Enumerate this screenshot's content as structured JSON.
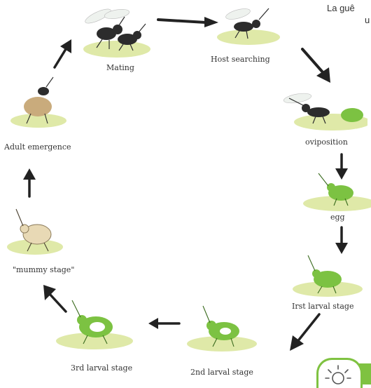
{
  "corner_text": {
    "line1": "La guê",
    "line2": "u"
  },
  "stages": {
    "mating": "Mating",
    "host_searching": "Host searching",
    "oviposition": "oviposition",
    "egg": "egg",
    "first_larval": "Irst larval stage",
    "second_larval": "2nd larval stage",
    "third_larval": "3rd larval stage",
    "mummy": "\"mummy stage\"",
    "adult_emergence": "Adult emergence"
  },
  "colors": {
    "ground": "#dfe9a8",
    "aphid_green": "#7cc242",
    "wasp_black": "#2c2c2c",
    "mummy": "#e8d9b5",
    "badge_green": "#7fc241"
  },
  "icons": {
    "badge": "lightbulb-icon"
  }
}
